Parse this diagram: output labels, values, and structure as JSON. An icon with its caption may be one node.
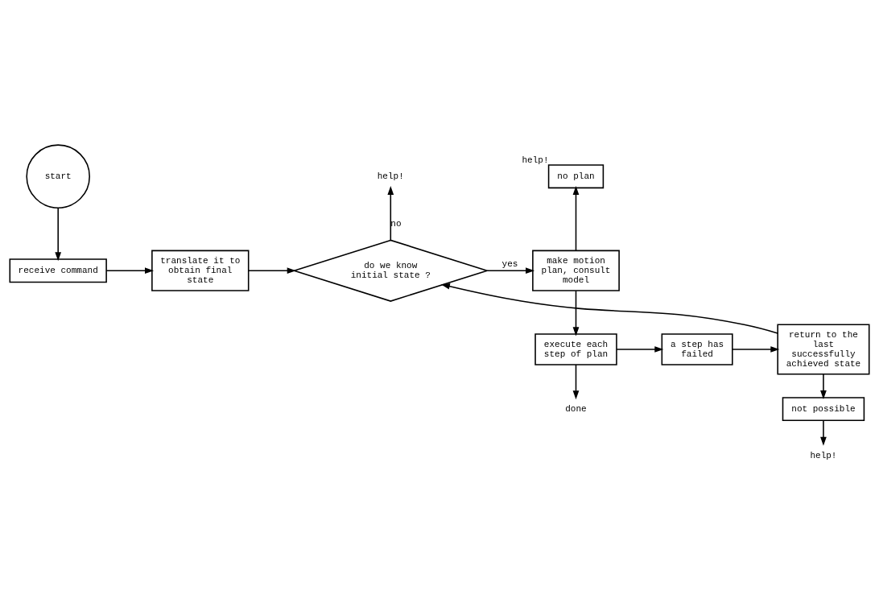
{
  "diagram": {
    "nodes": [
      {
        "text": [
          "start"
        ]
      },
      {
        "text": [
          "receive command"
        ]
      },
      {
        "text": [
          "translate it to obtain final state"
        ]
      },
      {
        "text": [
          "do we know initial state ?"
        ]
      },
      {
        "text": [
          "help!"
        ]
      },
      {
        "text": [
          "make motion plan, consult model"
        ]
      },
      {
        "text": [
          "no plan"
        ],
        "beside": [
          "help!"
        ]
      },
      {
        "text": [
          "execute each step of plan"
        ]
      },
      {
        "text": [
          "done"
        ]
      },
      {
        "text": [
          "a step has failed"
        ]
      },
      {
        "text": [
          "return to the last successfully achieved state"
        ]
      },
      {
        "text": [
          "not possible"
        ]
      },
      {
        "text": [
          "help!"
        ]
      }
    ],
    "edges": [
      {
        "from": 0,
        "to": 1,
        "arrow": "to"
      },
      {
        "from": 1,
        "to": 2,
        "arrow": "to"
      },
      {
        "from": 2,
        "to": 3,
        "arrow": "to"
      },
      {
        "from": 3,
        "to": 4,
        "arrow": "to",
        "label": "no"
      },
      {
        "from": 3,
        "to": 5,
        "arrow": "to",
        "label": "yes"
      },
      {
        "from": 5,
        "to": 6,
        "arrow": "to"
      },
      {
        "from": 5,
        "to": 7,
        "arrow": "to"
      },
      {
        "from": 7,
        "to": 8,
        "arrow": "to"
      },
      {
        "from": 7,
        "to": 9,
        "arrow": "to"
      },
      {
        "from": 9,
        "to": 10,
        "arrow": "to"
      },
      {
        "from": 10,
        "to": 3,
        "arrow": "to"
      },
      {
        "from": 10,
        "to": 11,
        "arrow": "to"
      },
      {
        "from": 11,
        "to": 12,
        "arrow": "to"
      }
    ]
  }
}
